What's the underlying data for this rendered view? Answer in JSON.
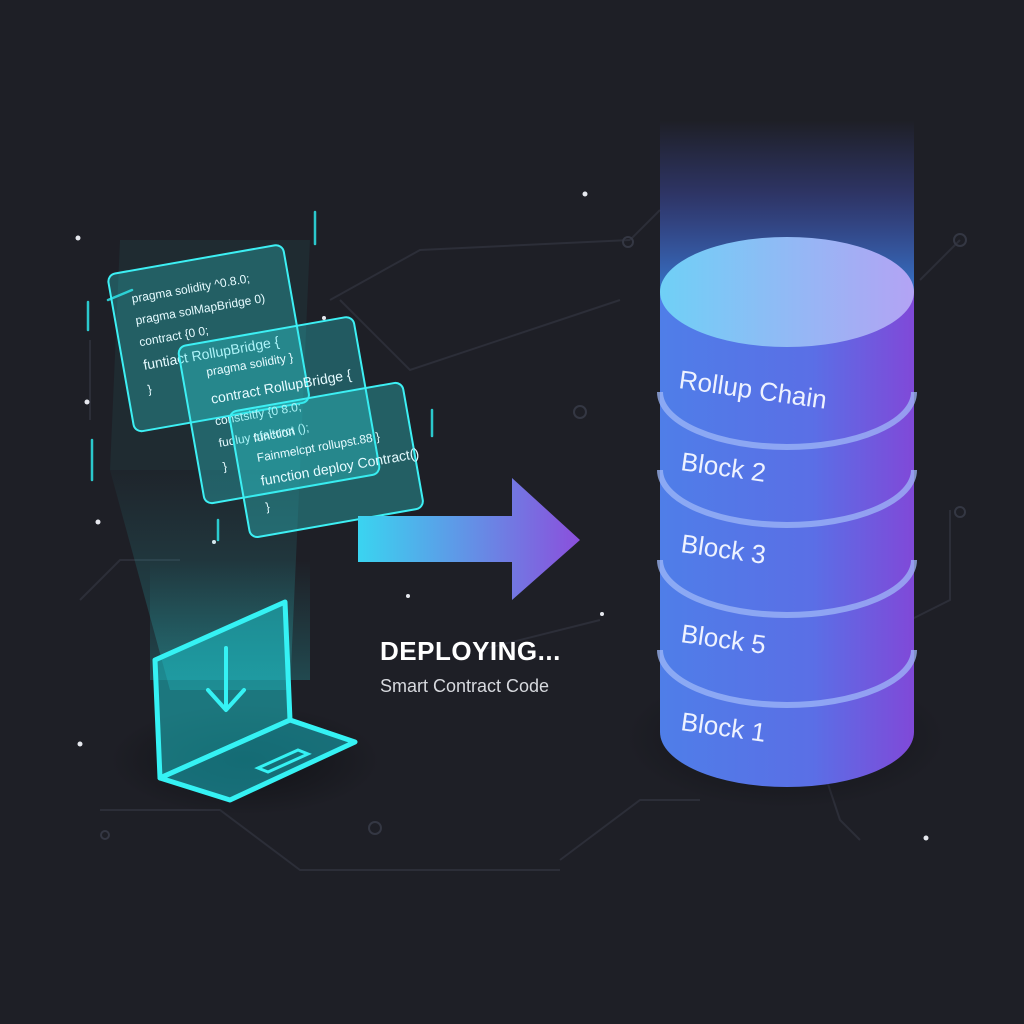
{
  "status": {
    "title": "DEPLOYING...",
    "subtitle": "Smart Contract Code"
  },
  "code_panels": [
    {
      "lines": [
        "pragma solidity ^0.8.0;",
        "pragma solMapBridge 0)",
        "contract {0 0;",
        "funtiact RollupBridge {",
        "}"
      ]
    },
    {
      "lines": [
        "pragma solidity }",
        "contract RollupBridge {",
        "constsitfy {0 8.0;",
        "fuqluy cfaltcrct ();",
        "}"
      ]
    },
    {
      "lines": [
        "function",
        "Fainmelcpt rollupst.88 }",
        "function deploy Contract()",
        "}"
      ]
    }
  ],
  "database": {
    "layers": [
      "Rollup Chain",
      "Block 2",
      "Block 3",
      "Block 5",
      "Block 1"
    ]
  },
  "colors": {
    "background": "#1e1f26",
    "cyan": "#2ee6ea",
    "purple": "#8a4fe0",
    "blue": "#5e7ef0"
  },
  "icons": {
    "laptop": "laptop-icon",
    "arrow": "arrow-right-icon",
    "download": "arrow-down-icon",
    "database": "database-icon"
  }
}
